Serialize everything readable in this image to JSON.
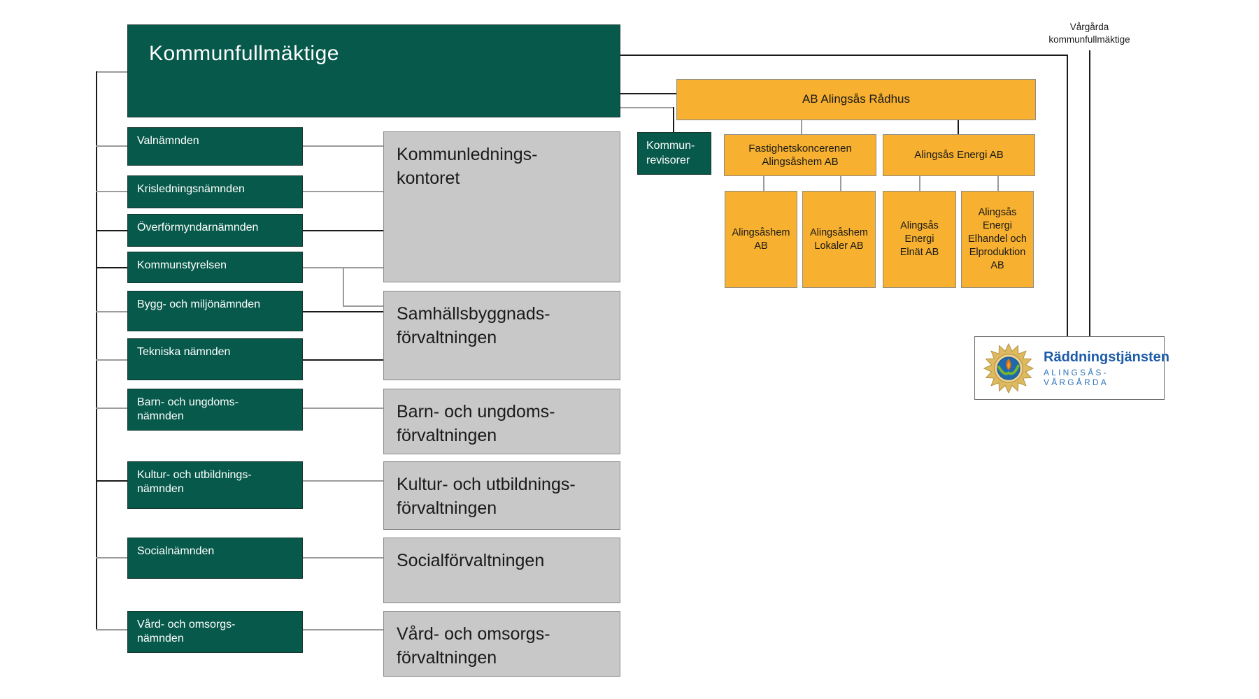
{
  "colors": {
    "green": "#075A4B",
    "orange": "#F7B02F",
    "gray_box": "#C8C8C8",
    "connector_gray": "#9C9C9C",
    "connector_black": "#1A1A1A",
    "logo_blue": "#1D5CA8",
    "logo_gold": "#DDB95F"
  },
  "kommunfullmaktige": {
    "label": "Kommunfullmäktige"
  },
  "vargarda": {
    "label": "Vårgårda\nkommunfullmäktige"
  },
  "namnder": [
    {
      "label": "Valnämnden"
    },
    {
      "label": "Krisledningsnämnden"
    },
    {
      "label": "Överförmyndarnämnden"
    },
    {
      "label": "Kommunstyrelsen"
    },
    {
      "label": "Bygg- och miljönämnden"
    },
    {
      "label": "Tekniska nämnden"
    },
    {
      "label": "Barn- och ungdoms-\nnämnden"
    },
    {
      "label": "Kultur- och utbildnings-\nnämnden"
    },
    {
      "label": "Socialnämnden"
    },
    {
      "label": "Vård- och omsorgs-\nnämnden"
    }
  ],
  "forvaltningar": [
    {
      "label": "Kommunlednings-\nkontoret"
    },
    {
      "label": "Samhällsbyggnads-\nförvaltningen"
    },
    {
      "label": "Barn- och ungdoms-\nförvaltningen"
    },
    {
      "label": "Kultur- och utbildnings-\nförvaltningen"
    },
    {
      "label": "Socialförvaltningen"
    },
    {
      "label": "Vård- och omsorgs-\nförvaltningen"
    }
  ],
  "revisorer": {
    "label": "Kommun-\nrevisorer"
  },
  "bolag": {
    "holding": {
      "label": "AB Alingsås Rådhus"
    },
    "parents": [
      {
        "label": "Fastighetskoncerenen\nAlingsåshem AB"
      },
      {
        "label": "Alingsås Energi AB"
      }
    ],
    "children": [
      {
        "label": "Alingsåshem\nAB"
      },
      {
        "label": "Alingsåshem\nLokaler AB"
      },
      {
        "label": "Alingsås\nEnergi\nElnät AB"
      },
      {
        "label": "Alingsås\nEnergi\nElhandel och\nElproduktion\nAB"
      }
    ]
  },
  "raddningstjansten": {
    "name": "Räddningstjänsten",
    "region": "ALINGSÅS-VÅRGÅRDA"
  }
}
